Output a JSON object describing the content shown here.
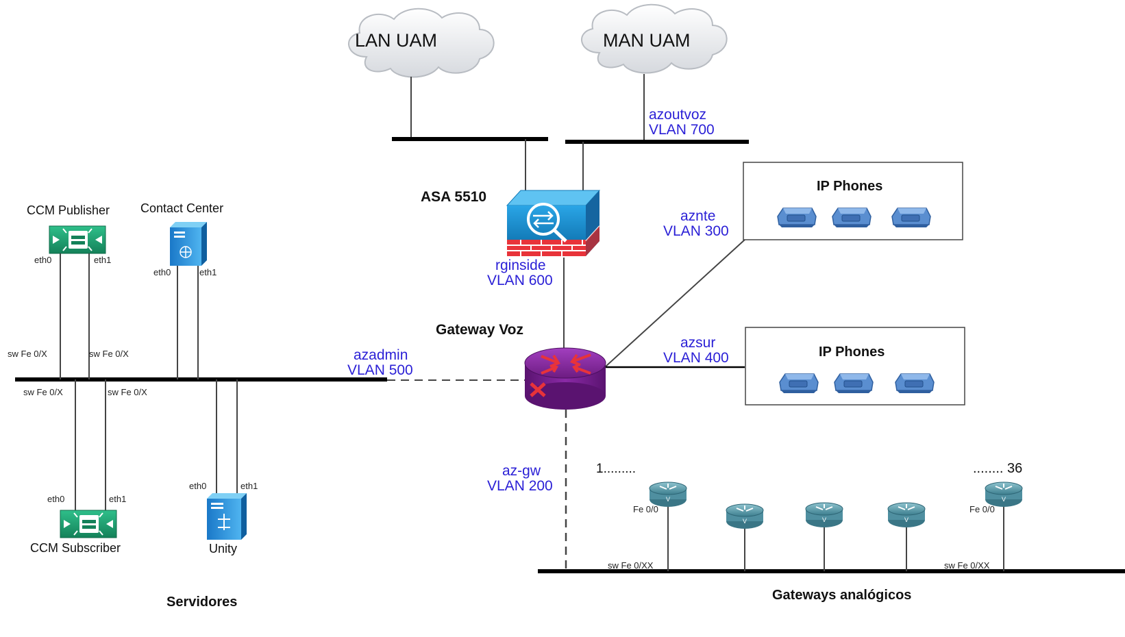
{
  "clouds": {
    "lan": "LAN UAM",
    "man": "MAN UAM"
  },
  "asa": {
    "name": "ASA 5510",
    "inside_iface": "rginside",
    "inside_vlan": "VLAN 600",
    "outside_iface": "azoutvoz",
    "outside_vlan": "VLAN 700"
  },
  "gateway": {
    "name": "Gateway Voz"
  },
  "phone_groups": [
    {
      "title": "IP Phones",
      "iface": "aznte",
      "vlan": "VLAN 300"
    },
    {
      "title": "IP Phones",
      "iface": "azsur",
      "vlan": "VLAN 400"
    }
  ],
  "admin": {
    "iface": "azadmin",
    "vlan": "VLAN 500"
  },
  "gw_link": {
    "iface": "az-gw",
    "vlan": "VLAN 200"
  },
  "servers": {
    "section_title": "Servidores",
    "publisher": {
      "name": "CCM Publisher",
      "eth0": "eth0",
      "eth1": "eth1",
      "sw0": "sw Fe 0/X",
      "sw1": "sw Fe 0/X"
    },
    "contact_center": {
      "name": "Contact Center",
      "eth0": "eth0",
      "eth1": "eth1"
    },
    "subscriber": {
      "name": "CCM Subscriber",
      "eth0": "eth0",
      "eth1": "eth1",
      "sw0": "sw Fe 0/X",
      "sw1": "sw Fe 0/X"
    },
    "unity": {
      "name": "Unity",
      "eth0": "eth0",
      "eth1": "eth1"
    }
  },
  "analog": {
    "section_title": "Gateways analógicos",
    "first": "1.........",
    "last": "........ 36",
    "port_first": "Fe 0/0",
    "port_last": "Fe 0/0",
    "sw_first": "sw Fe 0/XX",
    "sw_last": "sw Fe 0/XX"
  },
  "colors": {
    "vlan_text": "#2a1fd6",
    "router_body": "#7a1f8f",
    "firewall_body": "#1b8fd0",
    "firewall_bricks": "#e8333a",
    "server_green": "#1b9b6c",
    "server_blue": "#1a7fd0",
    "phone_blue": "#4a7fc0",
    "analog_router": "#4f8fa0"
  }
}
